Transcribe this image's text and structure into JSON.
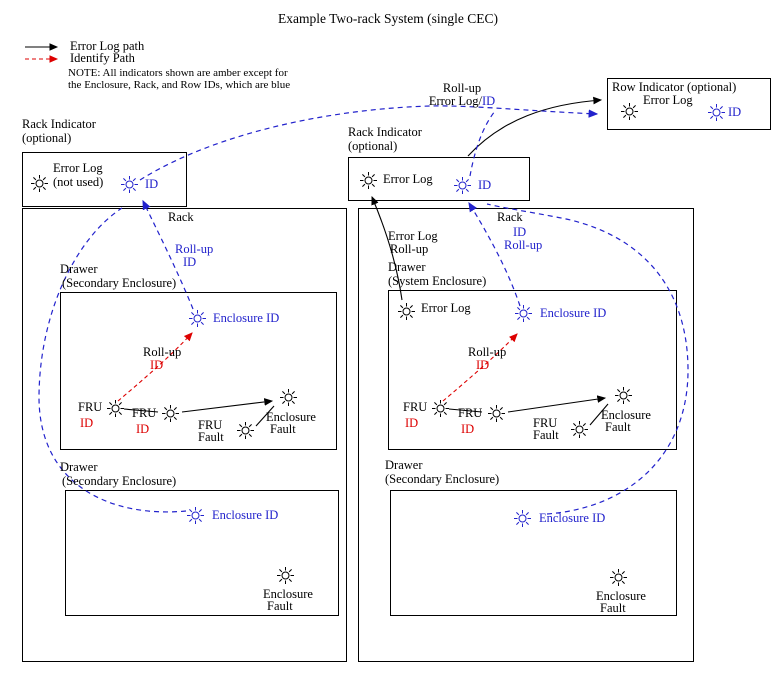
{
  "title": "Example Two-rack System (single CEC)",
  "colors": {
    "blue": "#2222cc",
    "red": "#dd0000",
    "line": "#000000"
  },
  "icons": {
    "indicator": "sunburst-indicator"
  },
  "legend": {
    "error_log_path_label": "Error Log path",
    "identify_path_label": "Identify Path",
    "note_line1": "NOTE: All indicators shown are amber except for",
    "note_line2": "the Enclosure, Rack, and Row IDs, which are blue"
  },
  "rollup_top": {
    "line1": "Roll-up",
    "line2_prefix": "Error Log/",
    "line2_id": "ID"
  },
  "row_indicator": {
    "title": "Row Indicator (optional)",
    "error_log_label": "Error Log",
    "id_label": "ID"
  },
  "rack_indicator_left": {
    "title_line1": "Rack Indicator",
    "title_line2": "(optional)",
    "error_log_label": "Error Log",
    "not_used_label": "(not used)",
    "id_label": "ID"
  },
  "rack_indicator_right": {
    "title_line1": "Rack Indicator",
    "title_line2": "(optional)",
    "error_log_label": "Error Log",
    "id_label": "ID"
  },
  "rack_left": {
    "label": "Rack",
    "rollup_id_line1": "Roll-up",
    "rollup_id_line2": "ID",
    "drawer1": {
      "title_line1": "Drawer",
      "title_line2": "(Secondary Enclosure)",
      "enclosure_id_label": "Enclosure ID",
      "rollup_line1": "Roll-up",
      "rollup_line2": "ID",
      "fru1_label": "FRU",
      "fru1_id": "ID",
      "fru2_label": "FRU",
      "fru2_id": "ID",
      "fru_fault_line1": "FRU",
      "fru_fault_line2": "Fault",
      "enclosure_fault_line1": "Enclosure",
      "enclosure_fault_line2": "Fault"
    },
    "drawer2": {
      "title_line1": "Drawer",
      "title_line2": "(Secondary Enclosure)",
      "enclosure_id_label": "Enclosure ID",
      "enclosure_fault_line1": "Enclosure",
      "enclosure_fault_line2": "Fault"
    }
  },
  "rack_right": {
    "label": "Rack",
    "error_log_rollup_line1": "Error Log",
    "error_log_rollup_line2": "Roll-up",
    "id_rollup_line1": "ID",
    "id_rollup_line2": "Roll-up",
    "drawer1": {
      "title_line1": "Drawer",
      "title_line2": "(System Enclosure)",
      "error_log_label": "Error Log",
      "enclosure_id_label": "Enclosure ID",
      "rollup_line1": "Roll-up",
      "rollup_line2": "ID",
      "fru1_label": "FRU",
      "fru1_id": "ID",
      "fru2_label": "FRU",
      "fru2_id": "ID",
      "fru_fault_line1": "FRU",
      "fru_fault_line2": "Fault",
      "enclosure_fault_line1": "Enclosure",
      "enclosure_fault_line2": "Fault"
    },
    "drawer2": {
      "title_line1": "Drawer",
      "title_line2": "(Secondary Enclosure)",
      "enclosure_id_label": "Enclosure ID",
      "enclosure_fault_line1": "Enclosure",
      "enclosure_fault_line2": "Fault"
    }
  }
}
